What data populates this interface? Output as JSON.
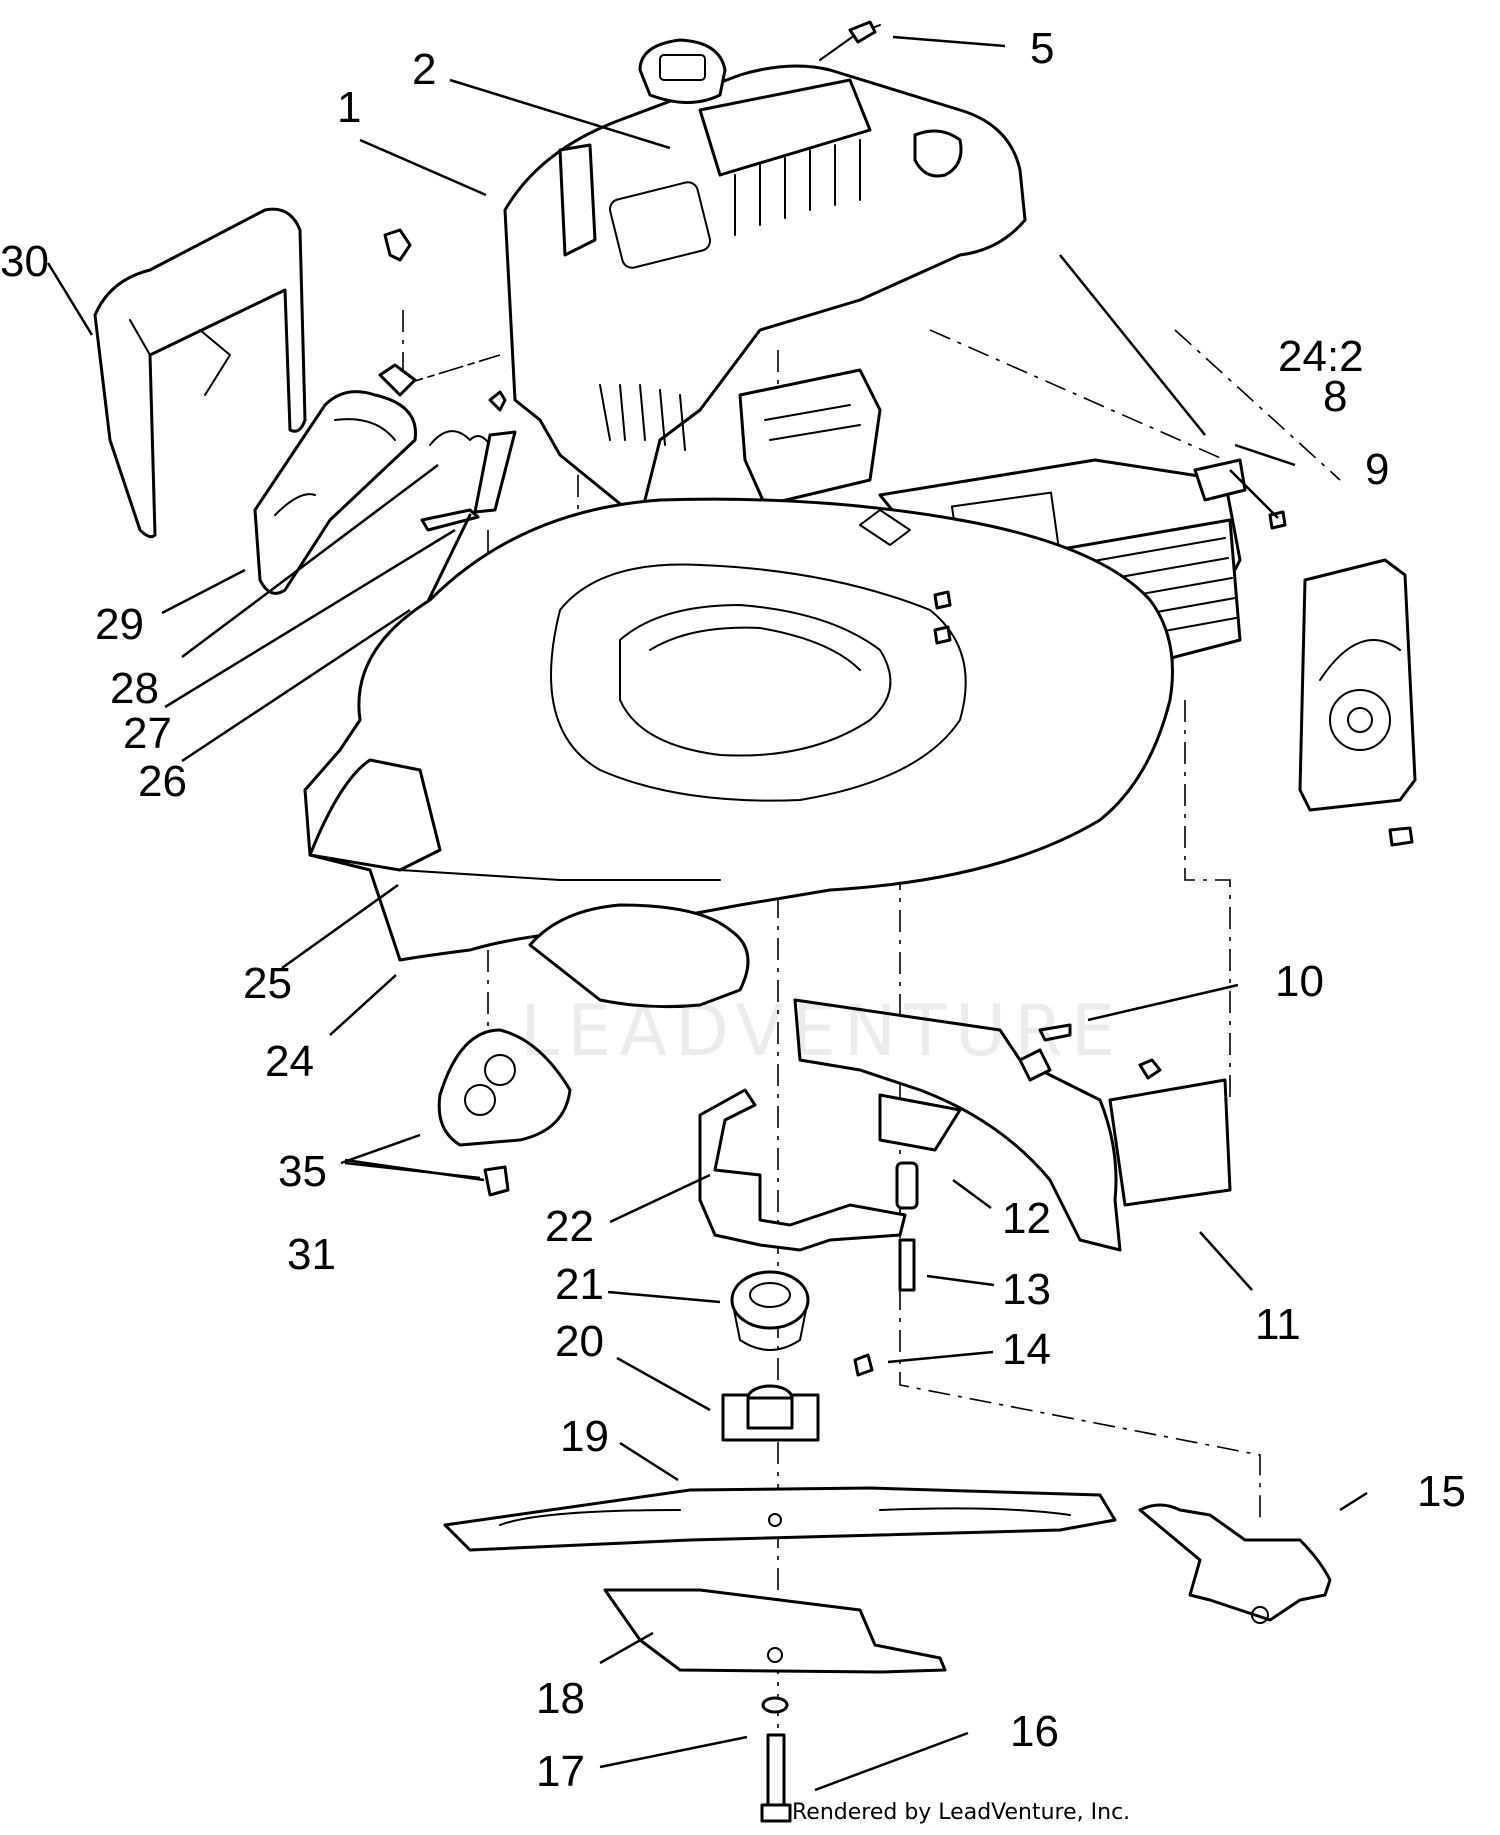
{
  "callouts": {
    "c1": "1",
    "c2": "2",
    "c5": "5",
    "c8": "8",
    "c9": "9",
    "c10": "10",
    "c11": "11",
    "c12": "12",
    "c13": "13",
    "c14": "14",
    "c15": "15",
    "c16": "16",
    "c17": "17",
    "c18": "18",
    "c19": "19",
    "c20": "20",
    "c21": "21",
    "c22": "22",
    "c24": "24",
    "c24_2": "24:2",
    "c25": "25",
    "c26": "26",
    "c27": "27",
    "c28": "28",
    "c29": "29",
    "c30": "30",
    "c31": "31",
    "c35": "35"
  },
  "watermark": "LEADVENTURE",
  "credit": "Rendered by LeadVenture, Inc.",
  "colors": {
    "line": "#000000",
    "background": "#ffffff"
  }
}
